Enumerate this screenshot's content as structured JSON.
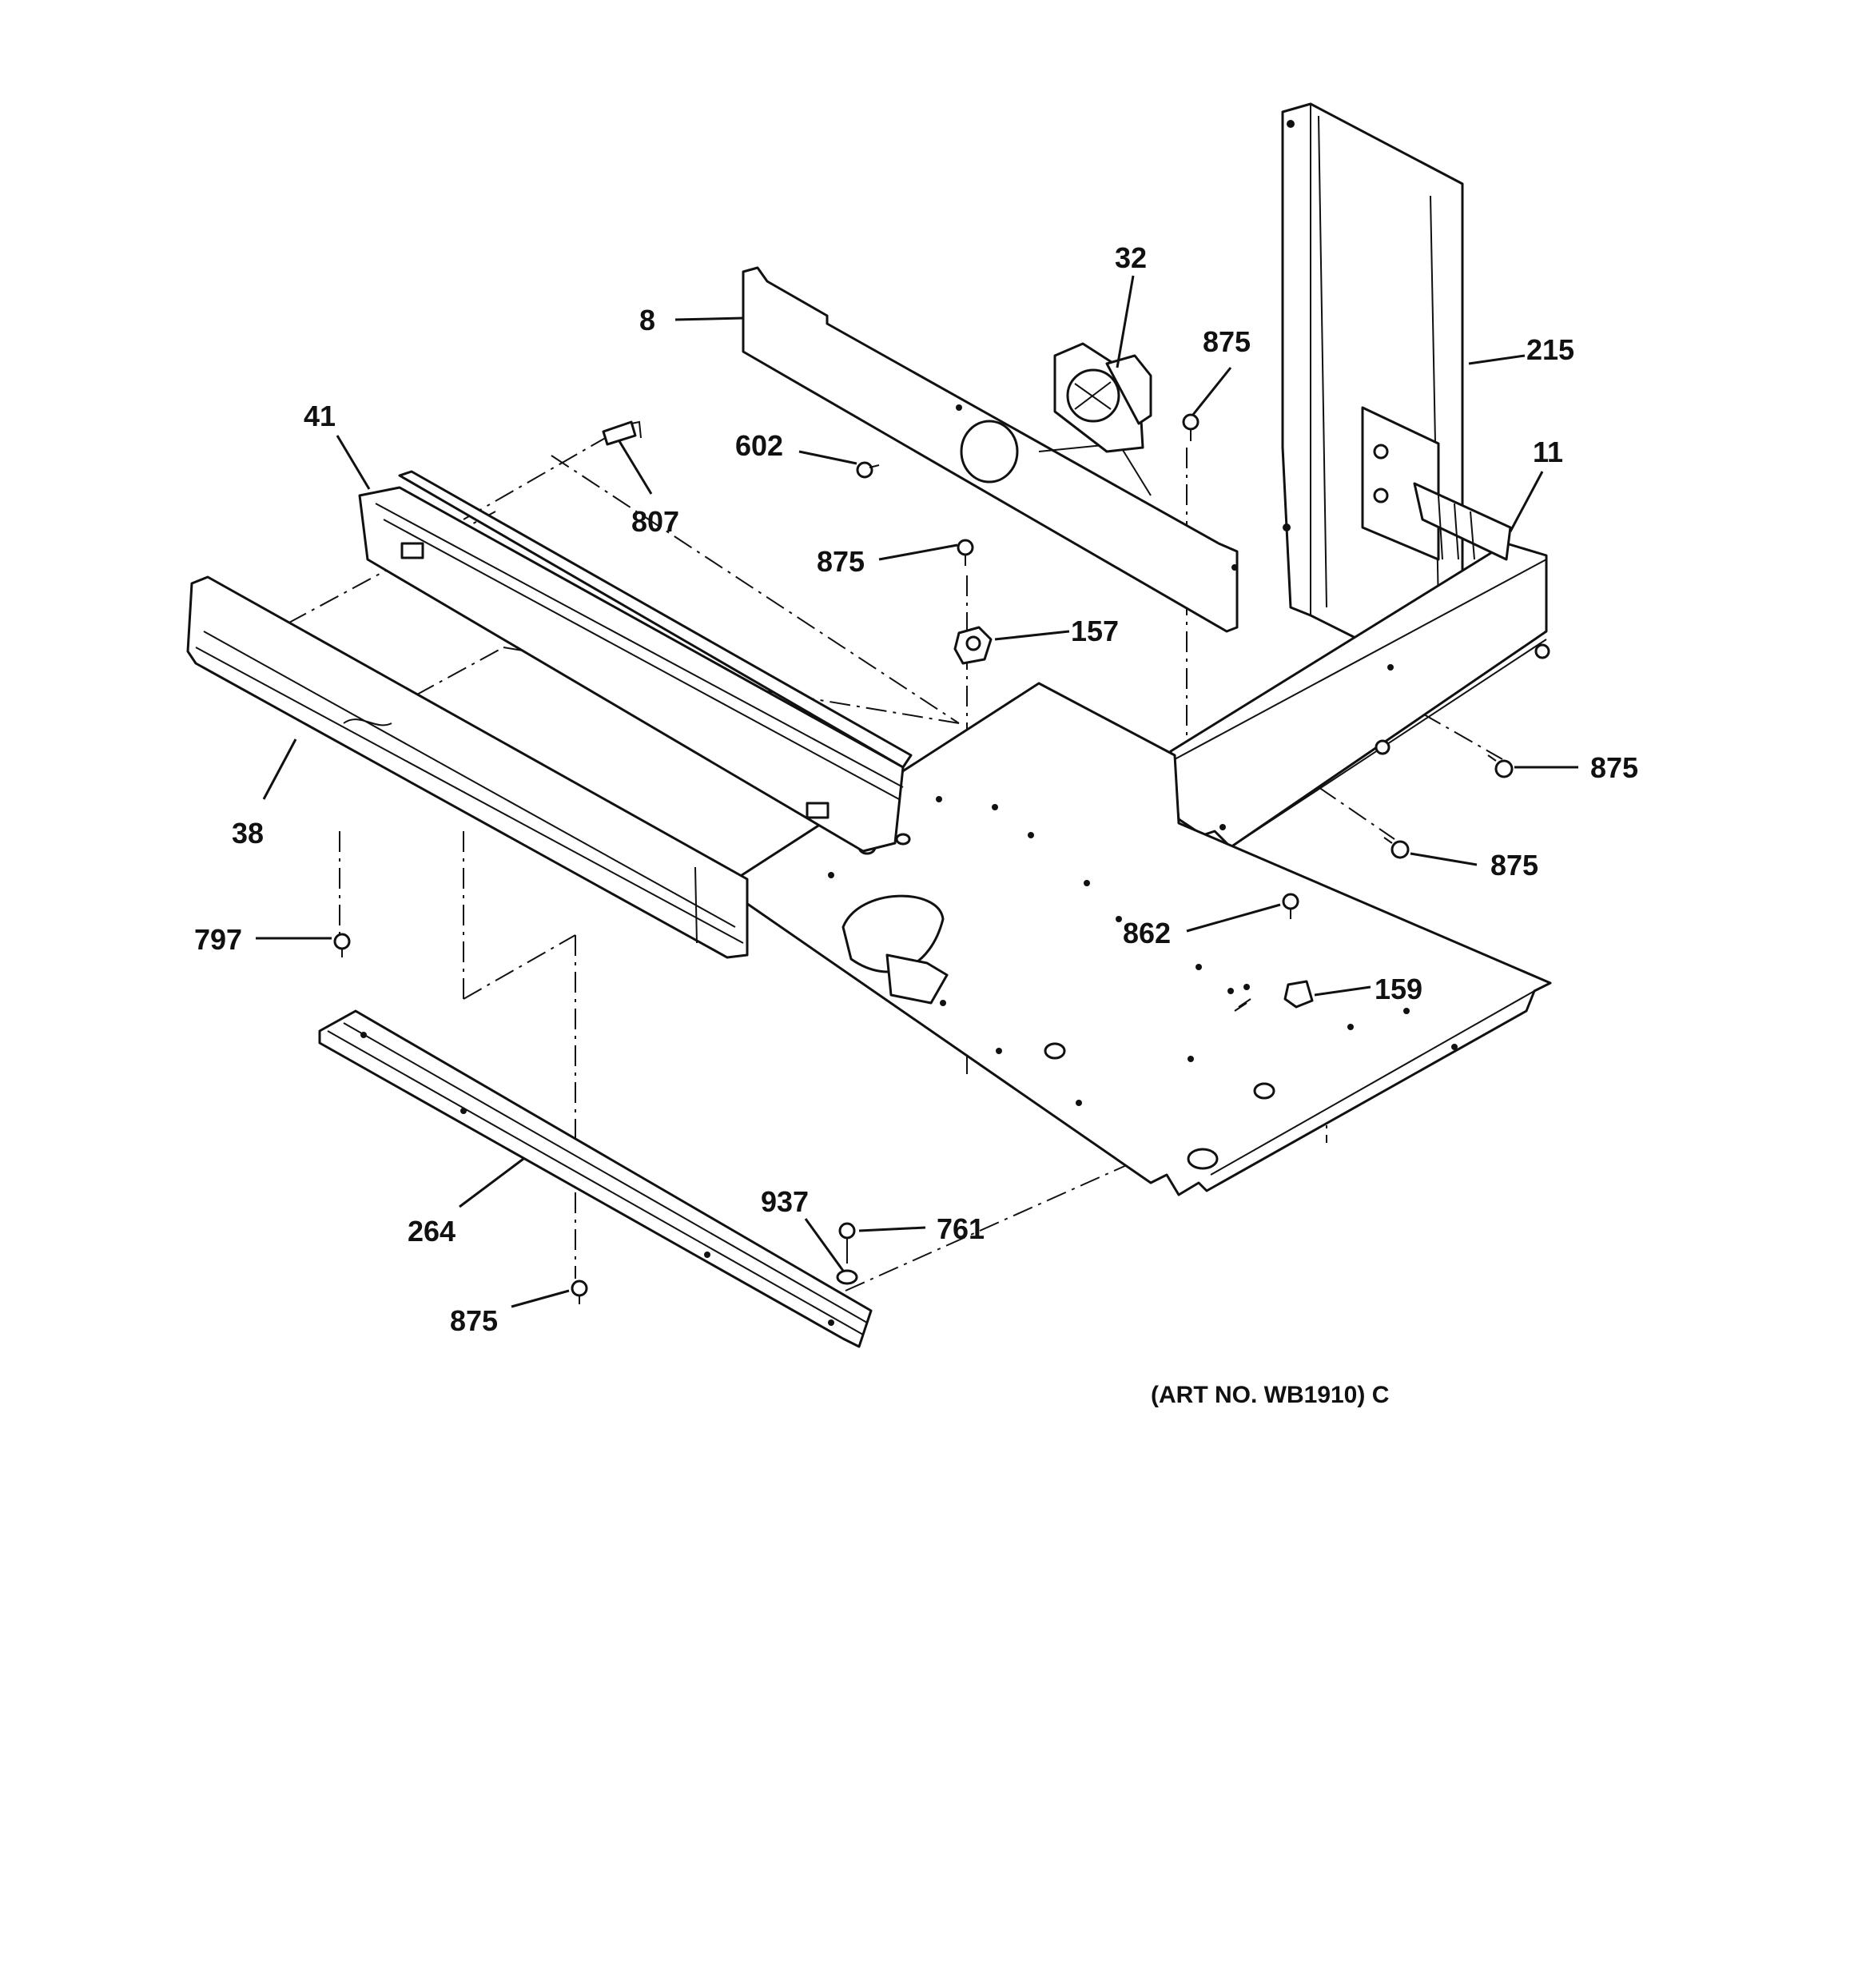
{
  "diagram": {
    "callouts": [
      "8",
      "32",
      "875",
      "215",
      "41",
      "807",
      "602",
      "875",
      "157",
      "11",
      "875",
      "38",
      "875",
      "797",
      "862",
      "159",
      "264",
      "937",
      "761",
      "875"
    ],
    "art_number": "(ART NO. WB1910) C"
  }
}
